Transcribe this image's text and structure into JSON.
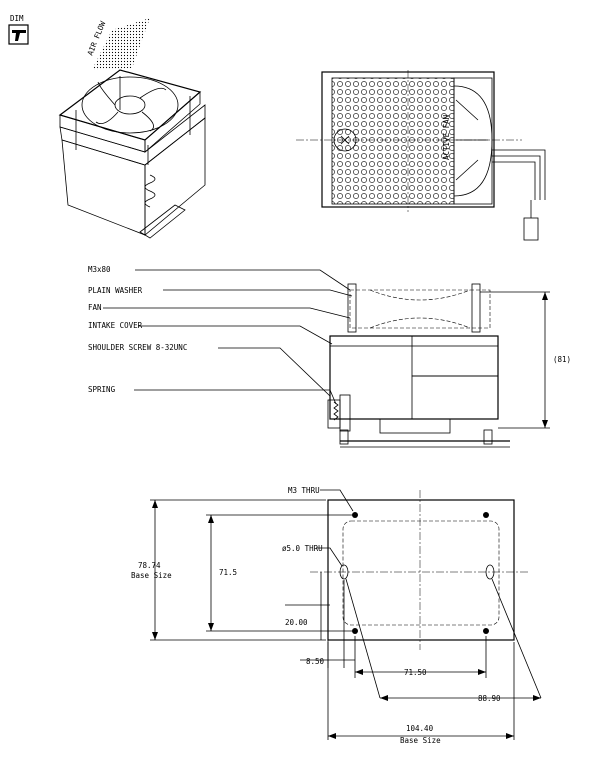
{
  "corner": {
    "label": "DIM"
  },
  "iso_view": {
    "airflow_label": "AIR FLOW"
  },
  "top_view": {
    "fan_label": "ACTIVE FAN"
  },
  "side_view": {
    "callouts": [
      "M3x80",
      "PLAIN WASHER",
      "FAN",
      "INTAKE COVER",
      "SHOULDER SCREW 8-32UNC",
      "SPRING"
    ],
    "height_dim": "(81)"
  },
  "base_view": {
    "m3_label": "M3 THRU",
    "hole_label": "ø5.0 THRU",
    "left_dim": "78.74",
    "left_dim_sub": "Base Size",
    "inner_dim": "71.5",
    "offset_dim": "20.00",
    "small_dim": "8.50",
    "hole_spacing": "71.50",
    "outer_hole_spacing": "88.90",
    "bottom_dim": "104.40",
    "bottom_dim_sub": "Base Size"
  }
}
